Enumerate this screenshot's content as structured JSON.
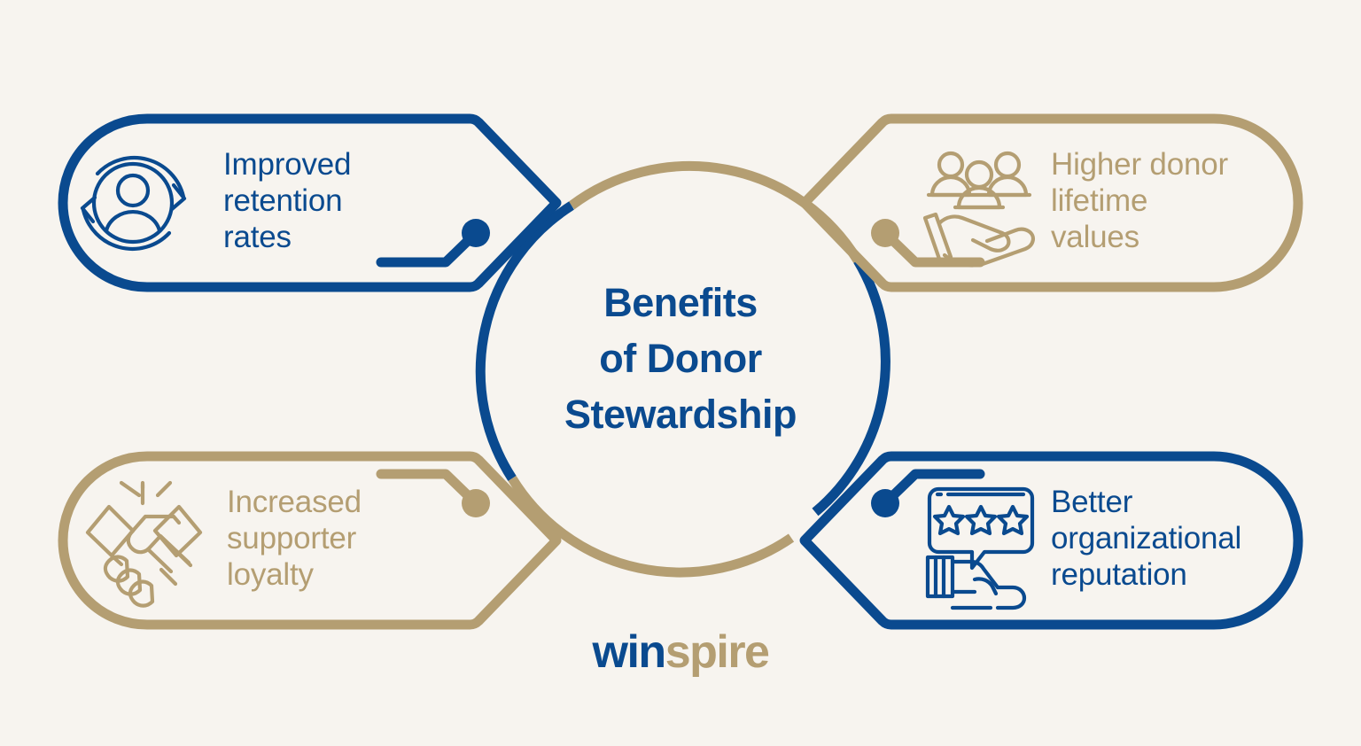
{
  "page": {
    "background_color": "#f7f4ef",
    "brand_blue": "#0a4a8f",
    "brand_gold": "#b49e72"
  },
  "center": {
    "title": "Benefits\nof Donor\nStewardship",
    "title_color": "#0a4a8f"
  },
  "cards": [
    {
      "id": "improved-retention-rates",
      "position": "top-left",
      "label": "Improved\nretention\nrates",
      "color": "#0a4a8f",
      "icon": "user-retention-cycle-icon"
    },
    {
      "id": "higher-donor-lifetime-values",
      "position": "top-right",
      "label": "Higher donor\nlifetime\nvalues",
      "color": "#b49e72",
      "icon": "people-in-hand-icon"
    },
    {
      "id": "increased-supporter-loyalty",
      "position": "bottom-left",
      "label": "Increased\nsupporter\nloyalty",
      "color": "#b49e72",
      "icon": "handshake-icon"
    },
    {
      "id": "better-organizational-reputation",
      "position": "bottom-right",
      "label": "Better\norganizational\nreputation",
      "color": "#0a4a8f",
      "icon": "star-review-in-hand-icon"
    }
  ],
  "logo": {
    "part_one": "win",
    "part_two": "spire",
    "part_one_color": "#0a4a8f",
    "part_two_color": "#b49e72"
  }
}
